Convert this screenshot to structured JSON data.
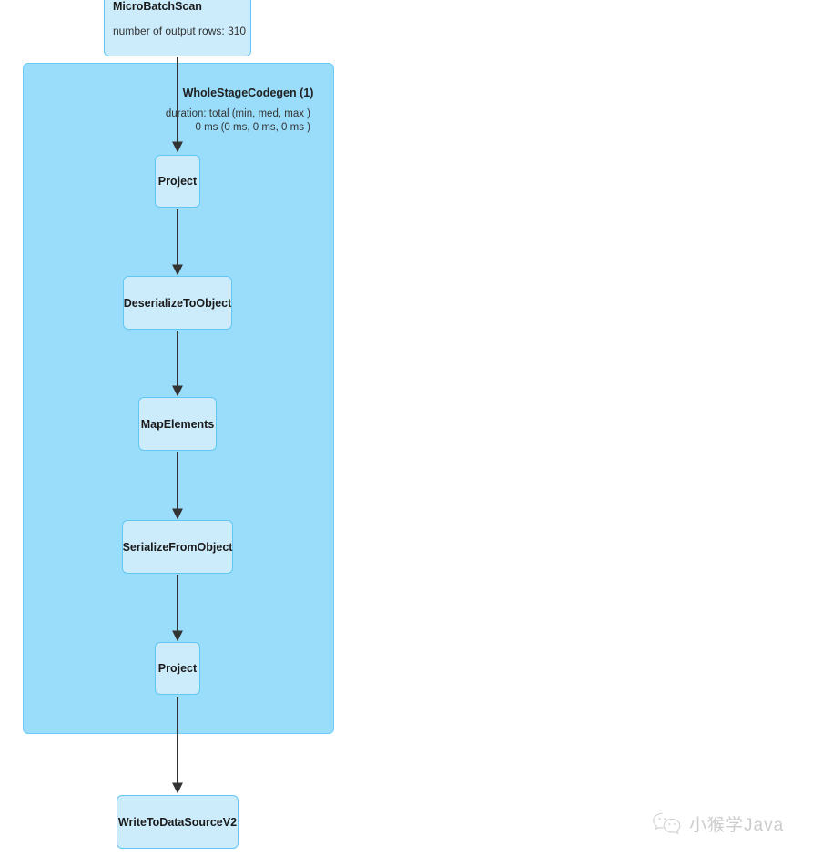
{
  "diagram": {
    "type": "spark-sql-query-plan",
    "cluster": {
      "title": "WholeStageCodegen (1)",
      "metric": "duration: total (min, med, max )\n0 ms (0 ms, 0 ms, 0 ms )",
      "fill_color": "#9ADDFB",
      "border_color": "#6BCBF5"
    },
    "node_style": {
      "fill_color": "#CCECFC",
      "border_color": "#62C7F2",
      "edge_color": "#333333"
    },
    "nodes": [
      {
        "id": "microbatchscan",
        "title": "MicroBatchScan",
        "metric": "number of output rows: 310"
      },
      {
        "id": "project-1",
        "title": "Project",
        "metric": ""
      },
      {
        "id": "deserializetoobject",
        "title": "DeserializeToObject",
        "metric": ""
      },
      {
        "id": "mapelements",
        "title": "MapElements",
        "metric": ""
      },
      {
        "id": "serializefromobject",
        "title": "SerializeFromObject",
        "metric": ""
      },
      {
        "id": "project-2",
        "title": "Project",
        "metric": ""
      },
      {
        "id": "writetodatasourcev2",
        "title": "WriteToDataSourceV2",
        "metric": ""
      }
    ]
  },
  "watermark": {
    "text": "小猴学Java",
    "icon": "wechat-icon",
    "color": "#b9b9b9"
  }
}
